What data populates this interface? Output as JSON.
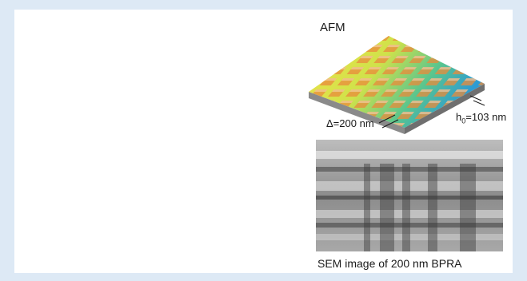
{
  "afm": {
    "label": "AFM",
    "delta_prefix": "Δ=",
    "delta_value": "200 nm",
    "h_letter": "h",
    "h_sub": "0",
    "h_value": "=103 nm"
  },
  "sem": {
    "caption": "SEM image of 200 nm BPRA"
  },
  "colors": {
    "frame": "#dde9f5",
    "panel": "#ffffff",
    "pattern": "#000000"
  }
}
